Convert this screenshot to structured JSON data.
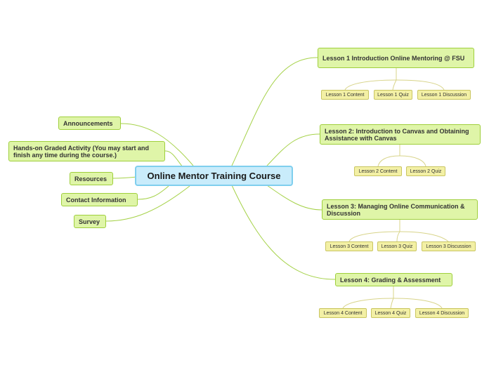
{
  "center": "Online Mentor Training Course",
  "left": {
    "announcements": "Announcements",
    "hands_on": "Hands-on Graded Activity (You may start and finish any time during the course.)",
    "resources": "Resources",
    "contact": "Contact Information",
    "survey": "Survey"
  },
  "lessons": [
    {
      "title": "Lesson 1 Introduction Online Mentoring @ FSU",
      "items": [
        "Lesson 1 Content",
        "Lesson 1 Quiz",
        "Lesson 1 Discussion"
      ]
    },
    {
      "title": "Lesson 2: Introduction to Canvas and Obtaining Assistance with Canvas",
      "items": [
        "Lesson 2 Content",
        "Lesson 2 Quiz"
      ]
    },
    {
      "title": "Lesson 3: Managing Online Communication & Discussion",
      "items": [
        "Lesson 3 Content",
        "Lesson 3 Quiz",
        "Lesson 3 Discussion"
      ]
    },
    {
      "title": "Lesson 4: Grading & Assessment",
      "items": [
        "Lesson 4 Content",
        "Lesson 4 Quiz",
        "Lesson 4 Discussion"
      ]
    }
  ],
  "colors": {
    "line": "#9fcf3c",
    "sub_line": "#d8d48a",
    "center_fill": "#c9ecfb",
    "main_fill": "#dff5a8",
    "sub_fill": "#f3f0a5"
  }
}
